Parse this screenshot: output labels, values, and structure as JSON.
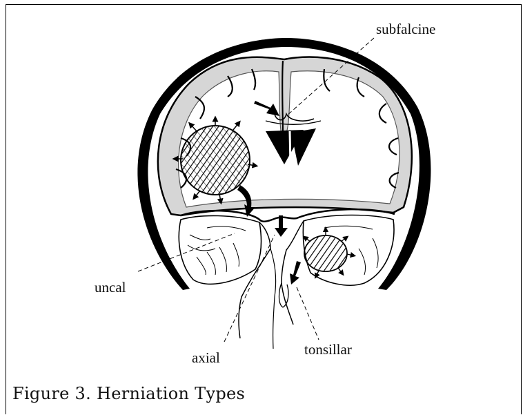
{
  "labels": {
    "subfalcine": "subfalcine",
    "uncal": "uncal",
    "axial": "axial",
    "tonsillar": "tonsillar"
  },
  "caption": {
    "text": "Figure 3.  Herniation Types"
  }
}
